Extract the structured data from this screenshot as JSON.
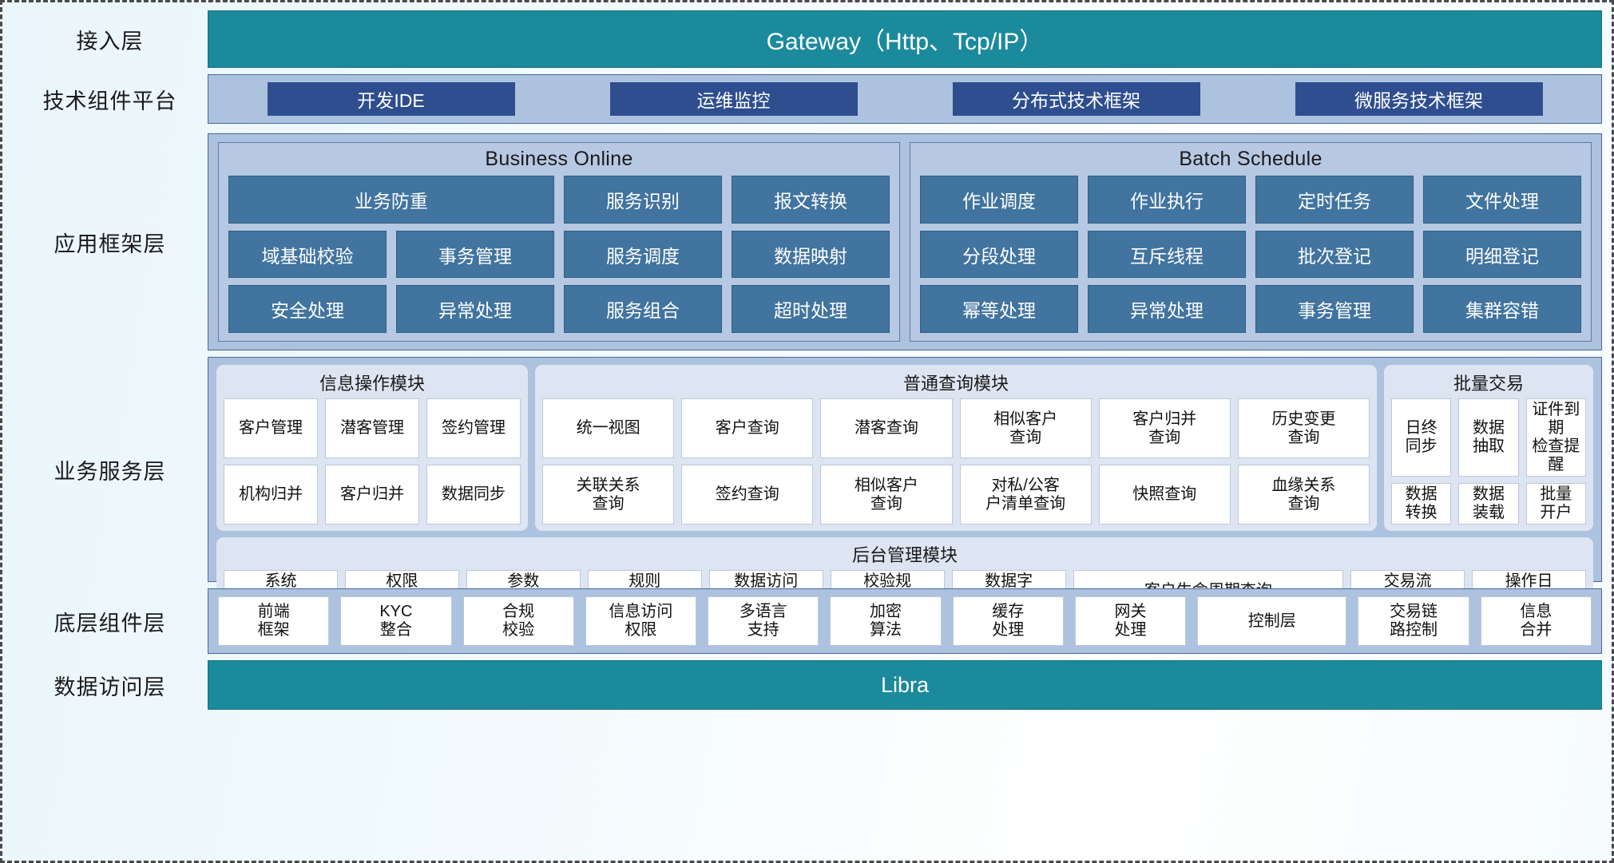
{
  "layers": [
    {
      "label": "接入层"
    },
    {
      "label": "技术组件平台"
    },
    {
      "label": "应用框架层"
    },
    {
      "label": "业务服务层"
    },
    {
      "label": "底层组件层"
    },
    {
      "label": "数据访问层"
    }
  ],
  "access_layer": {
    "title": "Gateway（Http、Tcp/IP）"
  },
  "tech_platform": {
    "chips": [
      "开发IDE",
      "运维监控",
      "分布式技术框架",
      "微服务技术框架"
    ]
  },
  "app_framework": {
    "panels": [
      {
        "title": "Business Online",
        "rows": [
          [
            {
              "label": "业务防重",
              "span": 2
            },
            {
              "label": "服务识别",
              "span": 1
            },
            {
              "label": "报文转换",
              "span": 1
            }
          ],
          [
            {
              "label": "域基础校验",
              "span": 1
            },
            {
              "label": "事务管理",
              "span": 1
            },
            {
              "label": "服务调度",
              "span": 1
            },
            {
              "label": "数据映射",
              "span": 1
            }
          ],
          [
            {
              "label": "安全处理",
              "span": 1
            },
            {
              "label": "异常处理",
              "span": 1
            },
            {
              "label": "服务组合",
              "span": 1
            },
            {
              "label": "超时处理",
              "span": 1
            }
          ]
        ]
      },
      {
        "title": "Batch Schedule",
        "rows": [
          [
            {
              "label": "作业调度",
              "span": 1
            },
            {
              "label": "作业执行",
              "span": 1
            },
            {
              "label": "定时任务",
              "span": 1
            },
            {
              "label": "文件处理",
              "span": 1
            }
          ],
          [
            {
              "label": "分段处理",
              "span": 1
            },
            {
              "label": "互斥线程",
              "span": 1
            },
            {
              "label": "批次登记",
              "span": 1
            },
            {
              "label": "明细登记",
              "span": 1
            }
          ],
          [
            {
              "label": "幂等处理",
              "span": 1
            },
            {
              "label": "异常处理",
              "span": 1
            },
            {
              "label": "事务管理",
              "span": 1
            },
            {
              "label": "集群容错",
              "span": 1
            }
          ]
        ]
      }
    ]
  },
  "business_service": {
    "groups": [
      {
        "title": "信息操作模块",
        "rows": [
          [
            "客户管理",
            "潜客管理",
            "签约管理"
          ],
          [
            "机构归并",
            "客户归并",
            "数据同步"
          ]
        ]
      },
      {
        "title": "普通查询模块",
        "rows": [
          [
            "统一视图",
            "客户查询",
            "潜客查询",
            "相似客户\n查询",
            "客户归并\n查询",
            "历史变更\n查询"
          ],
          [
            "关联关系\n查询",
            "签约查询",
            "相似客户\n查询",
            "对私/公客\n户清单查询",
            "快照查询",
            "血缘关系\n查询"
          ]
        ]
      },
      {
        "title": "批量交易",
        "rows": [
          [
            "日终\n同步",
            "数据\n抽取",
            "证件到期\n检查提醒"
          ],
          [
            "数据\n转换",
            "数据\n装载",
            "批量\n开户"
          ]
        ]
      }
    ],
    "admin": {
      "title": "后台管理模块",
      "cells": [
        {
          "label": "系统\n管理",
          "wide": false
        },
        {
          "label": "权限\n管理",
          "wide": false
        },
        {
          "label": "参数\n管理",
          "wide": false
        },
        {
          "label": "规则\n配置",
          "wide": false
        },
        {
          "label": "数据访问\n控制",
          "wide": false
        },
        {
          "label": "校验规\n则管理",
          "wide": false
        },
        {
          "label": "数据字\n典管理",
          "wide": false
        },
        {
          "label": "客户生命周期查询",
          "wide": true
        },
        {
          "label": "交易流\n水查询",
          "wide": false
        },
        {
          "label": "操作日\n志查询",
          "wide": false
        }
      ]
    }
  },
  "component_layer": {
    "cells": [
      {
        "label": "前端\n框架",
        "wide": false
      },
      {
        "label": "KYC\n整合",
        "wide": false
      },
      {
        "label": "合规\n校验",
        "wide": false
      },
      {
        "label": "信息访问\n权限",
        "wide": false
      },
      {
        "label": "多语言\n支持",
        "wide": false
      },
      {
        "label": "加密\n算法",
        "wide": false
      },
      {
        "label": "缓存\n处理",
        "wide": false
      },
      {
        "label": "网关\n处理",
        "wide": false
      },
      {
        "label": "控制层",
        "wide": true
      },
      {
        "label": "交易链\n路控制",
        "wide": false
      },
      {
        "label": "信息\n合并",
        "wide": false
      }
    ]
  },
  "data_access_layer": {
    "title": "Libra"
  },
  "colors": {
    "teal": "#1b8a9c",
    "band_blue": "#adc2de",
    "chip_navy": "#2e4e8f",
    "cell_blue": "#41749f",
    "group_bg": "#dde5f2"
  }
}
